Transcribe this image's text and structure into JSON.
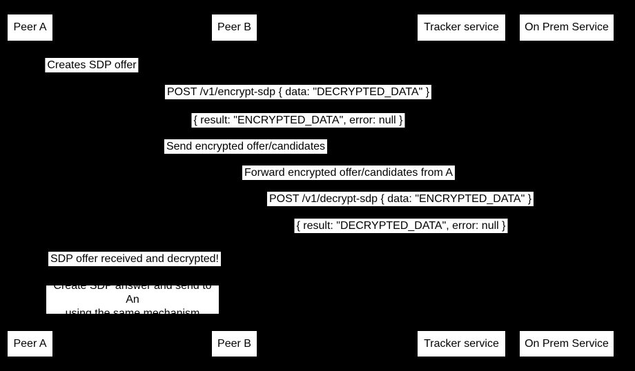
{
  "diagram": {
    "type": "sequence-diagram",
    "colors": {
      "background": "#000000",
      "label_background": "#ffffff",
      "label_text": "#000000"
    },
    "participants": [
      "Peer A",
      "Peer B",
      "Tracker service",
      "On Prem Service"
    ],
    "messages": [
      {
        "text": "Creates SDP offer",
        "from": "Peer A",
        "to": "Peer A"
      },
      {
        "text": "POST /v1/encrypt-sdp { data: \"DECRYPTED_DATA\" }",
        "from": "Peer A",
        "to": "On Prem Service"
      },
      {
        "text": "{ result: \"ENCRYPTED_DATA\", error: null }",
        "from": "On Prem Service",
        "to": "Peer A"
      },
      {
        "text": "Send encrypted offer/candidates",
        "from": "Peer A",
        "to": "Tracker service"
      },
      {
        "text": "Forward encrypted offer/candidates from A",
        "from": "Tracker service",
        "to": "Peer B"
      },
      {
        "text": "POST /v1/decrypt-sdp { data: \"ENCRYPTED_DATA\" }",
        "from": "Peer B",
        "to": "On Prem Service"
      },
      {
        "text": "{ result: \"DECRYPTED_DATA\", error: null }",
        "from": "On Prem Service",
        "to": "Peer B"
      },
      {
        "text": "SDP offer received and decrypted!",
        "from": "Peer B",
        "to": "Peer A"
      }
    ],
    "note": {
      "text": "Create SDP answer and send to An\nusing the same mechanism"
    }
  }
}
